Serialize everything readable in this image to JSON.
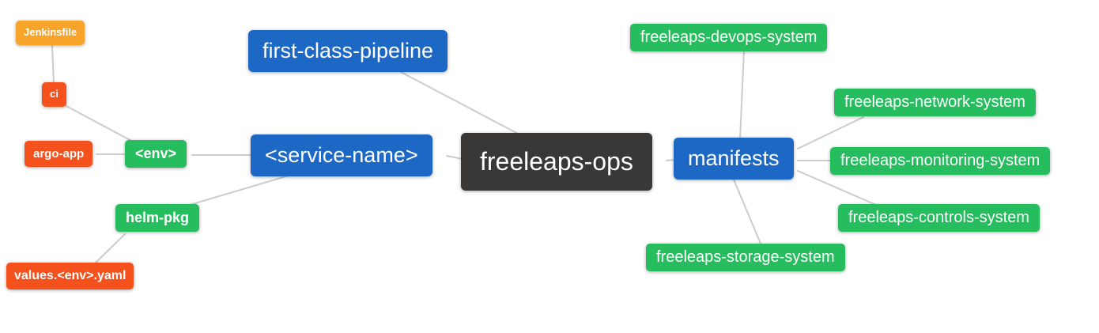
{
  "diagram": {
    "title": "freeleaps-ops mind map",
    "background_color": "#ffffff",
    "edge_color": "#cccccc",
    "palette": {
      "blue": "#1e68c5",
      "green": "#26bd5e",
      "dark": "#3a3737",
      "orange": "#f8a329",
      "red_orange": "#f5511d"
    },
    "nodes": [
      {
        "id": "jenkinsfile",
        "label": "Jenkinsfile",
        "color": "#f8a329"
      },
      {
        "id": "ci",
        "label": "ci",
        "color": "#f5511d"
      },
      {
        "id": "argo-app",
        "label": "argo-app",
        "color": "#f5511d"
      },
      {
        "id": "env",
        "label": "<env>",
        "color": "#26bd5e"
      },
      {
        "id": "helm-pkg",
        "label": "helm-pkg",
        "color": "#26bd5e"
      },
      {
        "id": "values-env-yaml",
        "label": "values.<env>.yaml",
        "color": "#f5511d"
      },
      {
        "id": "first-class-pipeline",
        "label": "first-class-pipeline",
        "color": "#1e68c5"
      },
      {
        "id": "service-name",
        "label": "<service-name>",
        "color": "#1e68c5"
      },
      {
        "id": "freeleaps-ops",
        "label": "freeleaps-ops",
        "color": "#3a3737"
      },
      {
        "id": "manifests",
        "label": "manifests",
        "color": "#1e68c5"
      },
      {
        "id": "freeleaps-devops-system",
        "label": "freeleaps-devops-system",
        "color": "#26bd5e"
      },
      {
        "id": "freeleaps-network-system",
        "label": "freeleaps-network-system",
        "color": "#26bd5e"
      },
      {
        "id": "freeleaps-monitoring-system",
        "label": "freeleaps-monitoring-system",
        "color": "#26bd5e"
      },
      {
        "id": "freeleaps-controls-system",
        "label": "freeleaps-controls-system",
        "color": "#26bd5e"
      },
      {
        "id": "freeleaps-storage-system",
        "label": "freeleaps-storage-system",
        "color": "#26bd5e"
      }
    ],
    "edges": [
      {
        "from": "jenkinsfile",
        "to": "ci"
      },
      {
        "from": "ci",
        "to": "env"
      },
      {
        "from": "argo-app",
        "to": "env"
      },
      {
        "from": "env",
        "to": "service-name"
      },
      {
        "from": "helm-pkg",
        "to": "service-name"
      },
      {
        "from": "values-env-yaml",
        "to": "helm-pkg"
      },
      {
        "from": "first-class-pipeline",
        "to": "freeleaps-ops"
      },
      {
        "from": "service-name",
        "to": "freeleaps-ops"
      },
      {
        "from": "freeleaps-ops",
        "to": "manifests"
      },
      {
        "from": "manifests",
        "to": "freeleaps-devops-system"
      },
      {
        "from": "manifests",
        "to": "freeleaps-network-system"
      },
      {
        "from": "manifests",
        "to": "freeleaps-monitoring-system"
      },
      {
        "from": "manifests",
        "to": "freeleaps-controls-system"
      },
      {
        "from": "manifests",
        "to": "freeleaps-storage-system"
      }
    ]
  }
}
